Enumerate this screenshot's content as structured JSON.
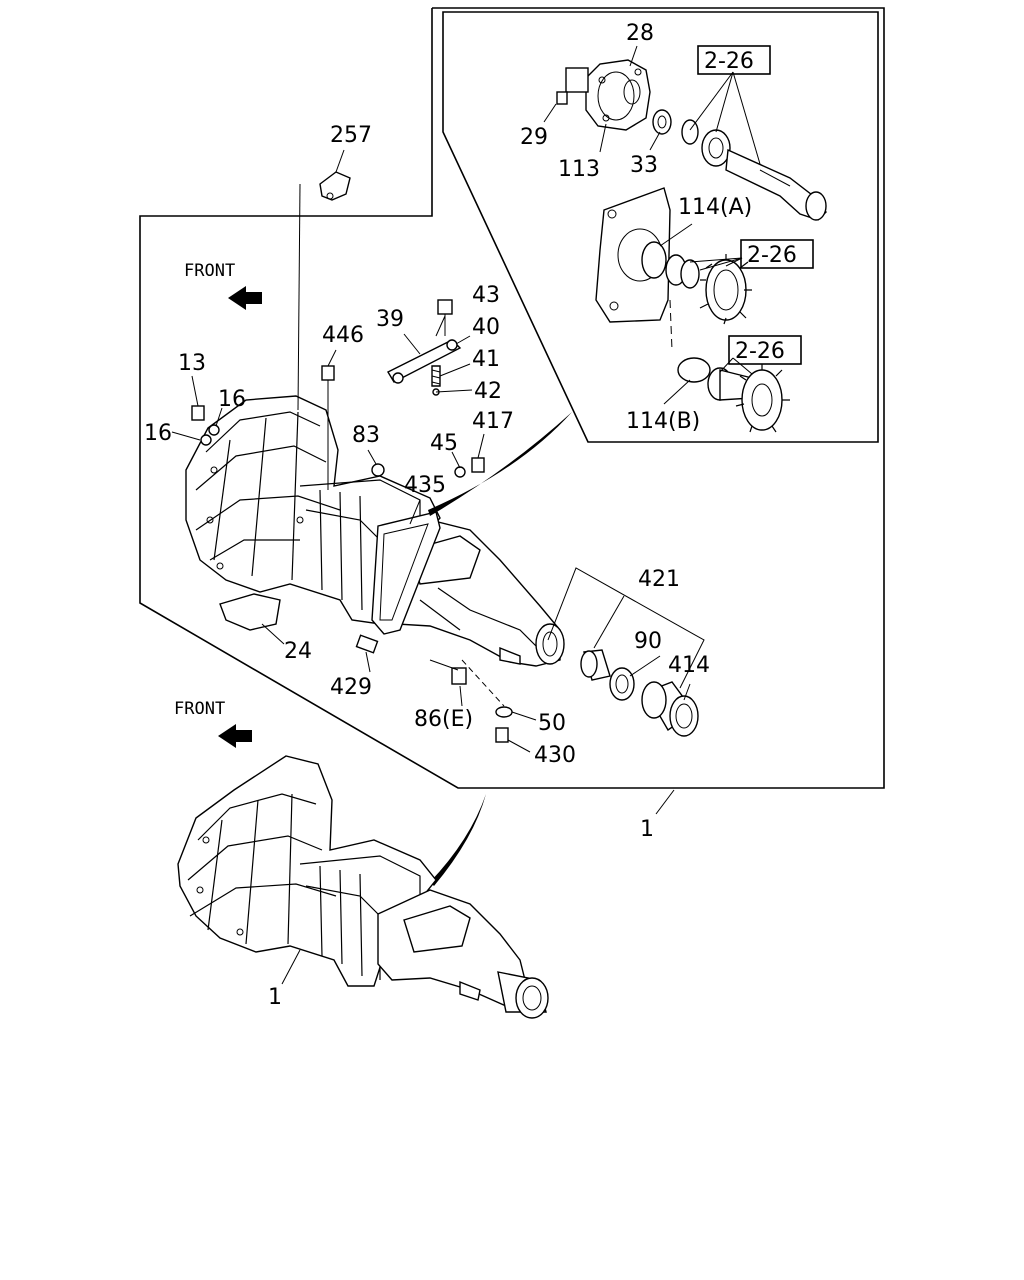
{
  "labels": {
    "p28": "28",
    "p2_26_a": "2-26",
    "p29": "29",
    "p113": "113",
    "p33": "33",
    "p257": "257",
    "p114a": "114(A)",
    "p2_26_b": "2-26",
    "front_top": "FRONT",
    "p43": "43",
    "p39": "39",
    "p40": "40",
    "p446": "446",
    "p41": "41",
    "p42": "42",
    "p13": "13",
    "p16a": "16",
    "p16b": "16",
    "p2_26_c": "2-26",
    "p114b": "114(B)",
    "p83": "83",
    "p45": "45",
    "p417": "417",
    "p435": "435",
    "p421": "421",
    "p90": "90",
    "p414": "414",
    "p24": "24",
    "p429": "429",
    "p86e": "86(E)",
    "p50": "50",
    "p430": "430",
    "front_bottom": "FRONT",
    "p1_right": "1",
    "p1_left": "1"
  }
}
